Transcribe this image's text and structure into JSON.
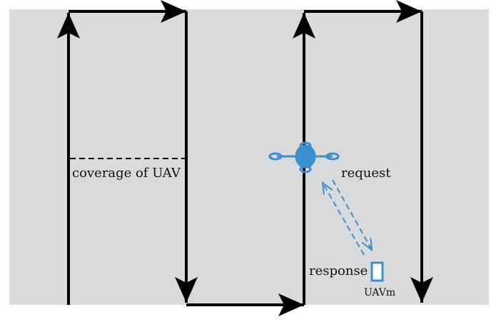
{
  "diagram": {
    "labels": {
      "coverage": "coverage of UAV",
      "request": "request",
      "response": "response",
      "uav_m": "UAVm"
    },
    "colors": {
      "background_area": "#d9dadb",
      "path": "#000000",
      "uav_blue": "#3b8ed0"
    },
    "icons": {
      "uav": "quadcopter-icon",
      "device": "ground-device-icon"
    }
  }
}
